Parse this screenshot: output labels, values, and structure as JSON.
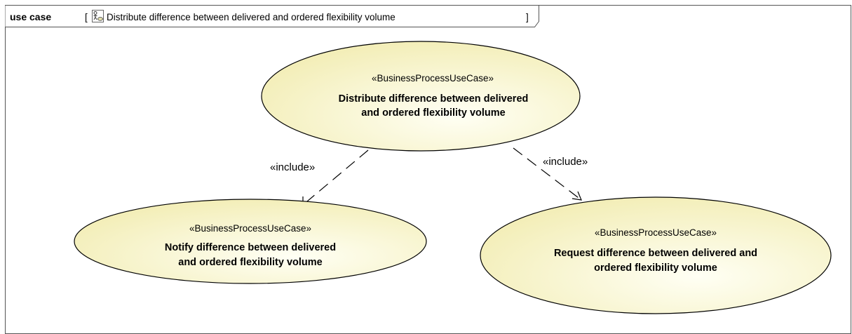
{
  "frame": {
    "kind": "use case",
    "bracket_open": "[",
    "title": "Distribute difference between delivered and ordered flexibility volume",
    "bracket_close": "]",
    "icon": "use-case-diagram-icon"
  },
  "use_cases": [
    {
      "stereotype": "«BusinessProcessUseCase»",
      "name_lines": [
        "Distribute difference between delivered",
        "and ordered flexibility volume"
      ]
    },
    {
      "stereotype": "«BusinessProcessUseCase»",
      "name_lines": [
        "Notify difference between delivered",
        "and ordered flexibility volume"
      ]
    },
    {
      "stereotype": "«BusinessProcessUseCase»",
      "name_lines": [
        "Request difference between delivered and",
        "ordered flexibility volume"
      ]
    }
  ],
  "relations": [
    {
      "label": "«include»"
    },
    {
      "label": "«include»"
    }
  ],
  "colors": {
    "ellipse_fill_light": "#fffff4",
    "ellipse_fill_dark": "#f3eeb8",
    "stroke": "#000000",
    "frame_stroke": "#555555"
  }
}
